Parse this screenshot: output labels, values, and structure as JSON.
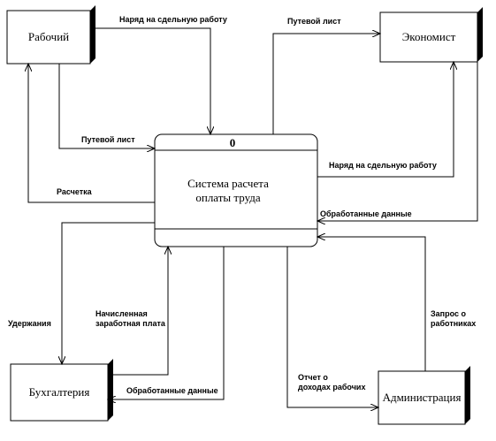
{
  "entities": {
    "worker": "Рабочий",
    "economist": "Экономист",
    "accounting": "Бухгалтерия",
    "administration": "Администрация"
  },
  "process": {
    "number": "0",
    "title_line1": "Система расчета",
    "title_line2": "оплаты труда"
  },
  "flows": {
    "worker_order": "Наряд на сдельную работу",
    "worker_waybill": "Путевой лист",
    "payslip": "Расчетка",
    "econ_waybill": "Путевой лист",
    "econ_order": "Наряд на сдельную работу",
    "econ_processed": "Обработанные данные",
    "deductions": "Удержания",
    "accrued_1": "Начисленная",
    "accrued_2": "заработная плата",
    "acc_processed": "Обработанные данные",
    "income_1": "Отчет о",
    "income_2": "доходах рабочих",
    "request_1": "Запрос о",
    "request_2": "работниках"
  }
}
